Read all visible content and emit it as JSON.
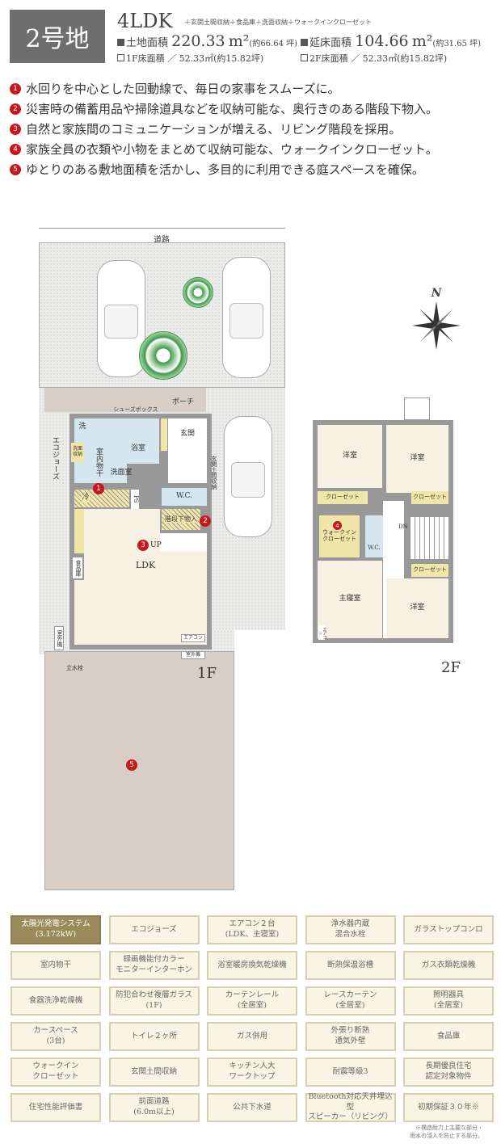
{
  "header": {
    "lot": "2号地",
    "layout": "4LDK",
    "extras": "＋玄関土間収納＋食品庫＋洗面収納＋ウォークインクローゼット",
    "land_area": {
      "label": "土地面積",
      "value": "220.33",
      "unit": "m²",
      "tsubo": "(約66.64 坪)"
    },
    "total_floor_area": {
      "label": "延床面積",
      "value": "104.66",
      "unit": "m²",
      "tsubo": "(約31.65 坪)"
    },
    "floor1": "1F床面積 ／ 52.33㎡(約15.82坪)",
    "floor2": "2F床面積 ／ 52.33㎡(約15.82坪)"
  },
  "points": [
    {
      "num": "1",
      "text": "水回りを中心とした回動線で、毎日の家事をスムーズに。"
    },
    {
      "num": "2",
      "text": "災害時の備蓄用品や掃除道具などを収納可能な、奥行きのある階段下物入。"
    },
    {
      "num": "3",
      "text": "自然と家族間のコミュニケーションが増える、リビング階段を採用。"
    },
    {
      "num": "4",
      "text": "家族全員の衣類や小物をまとめて収納可能な、ウォークインクローゼット。"
    },
    {
      "num": "5",
      "text": "ゆとりのある敷地面積を活かし、多目的に利用できる庭スペースを確保。"
    }
  ],
  "plan1f": {
    "road": "道路",
    "porch": "ポーチ",
    "shoes_box": "シューズボックス",
    "entrance": "玄関",
    "entrance_storage": "玄関土間収納",
    "eco": "エコジョーズ",
    "wash": "洗",
    "wash_storage": "洗面収納",
    "indoor_dry": "室内物干",
    "bath": "浴室",
    "washroom": "洗面室",
    "fridge": "冷",
    "ps": "PS",
    "wc": "W.C.",
    "under_stairs": "階段下物入",
    "up": "UP",
    "pantry": "食品庫",
    "ldk": "LDK",
    "outdoor_unit": "室外機",
    "aircon": "エアコン",
    "faucet": "立水栓",
    "floor_label": "1F"
  },
  "plan2f": {
    "room_nw": "洋室",
    "room_ne": "洋室",
    "room_se": "洋室",
    "master": "主寝室",
    "closet": "クローゼット",
    "wic": "ウォークインクローゼット",
    "wc": "W.C.",
    "dn": "DN",
    "aircon": "エアコン",
    "floor_label": "2F"
  },
  "compass": "N",
  "features": [
    "太陽光発電システム\n(3.172kW)",
    "エコジョーズ",
    "エアコン２台\n(LDK、主寝室)",
    "浄水器内蔵\n混合水栓",
    "ガラストップコンロ",
    "室内物干",
    "録画機能付カラー\nモニターインターホン",
    "浴室暖房換気乾燥機",
    "断熱保温浴槽",
    "ガス衣類乾燥機",
    "食器洗浄乾燥機",
    "防犯合わせ複層ガラス\n(1F)",
    "カーテンレール\n(全居室)",
    "レースカーテン\n(全居室)",
    "照明器具\n(全居室)",
    "カースペース\n(3台)",
    "トイレ２ヶ所",
    "ガス併用",
    "外張り断熱\n通気外壁",
    "食品庫",
    "ウォークイン\nクローゼット",
    "玄関土間収納",
    "キッチン人大\nワークトップ",
    "耐震等級3",
    "長期優良住宅\n認定対象物件",
    "住宅性能評価書",
    "前面道路\n(6.0m以上)",
    "公共下水道",
    "Bluetooth対応天井埋込型\nスピーカー（リビング）",
    "初期保証３０年※"
  ],
  "footnote": "※構造耐力上主要な部分・\n雨水の浸入を防止する部分。",
  "colors": {
    "accent": "#c8161d",
    "highlight": "#9c8b5a",
    "feature_bg": "#f8f5e4",
    "garden": "#d8cec6"
  }
}
